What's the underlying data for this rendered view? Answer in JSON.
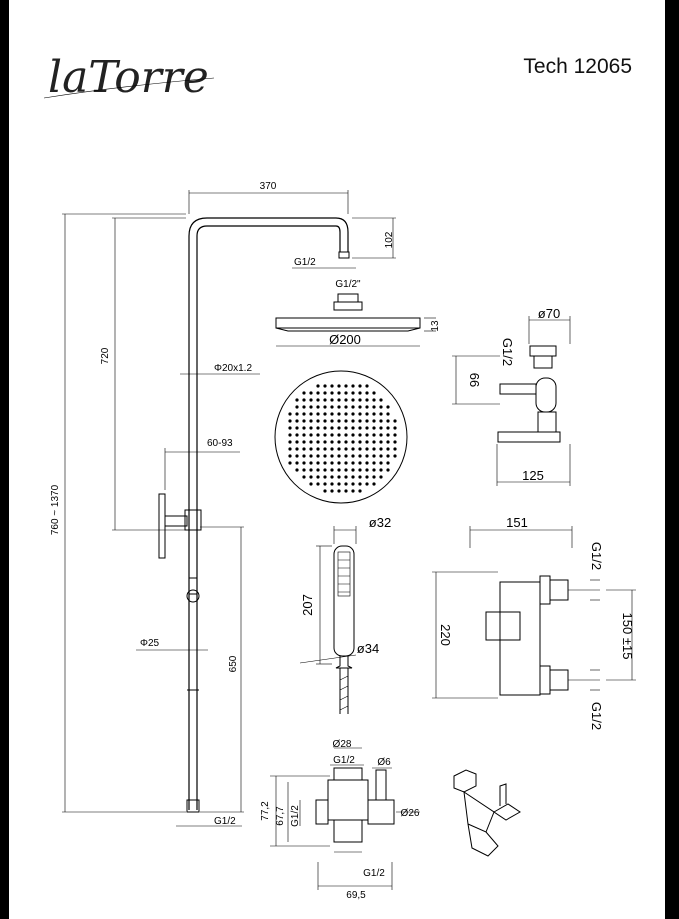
{
  "header": {
    "logo_text": "laTorre",
    "model": "Tech 12065"
  },
  "dims": {
    "arm_width": "370",
    "arm_drop": "102",
    "arm_outlet": "G1/2",
    "head_inlet": "G1/2\"",
    "head_thickness": "13",
    "head_diameter": "Ø200",
    "riser_upper": "720",
    "riser_pipe": "Φ20x1.2",
    "bracket_range": "60-93",
    "total_height": "760 ~ 1370",
    "lower_pipe": "Φ25",
    "lower_length": "650",
    "bottom_thread": "G1/2",
    "handshower_diameter": "ø32",
    "handshower_length": "207",
    "handshower_hose": "ø34",
    "elbow_diameter": "ø70",
    "elbow_thread": "G1/2",
    "elbow_height": "66",
    "elbow_depth": "125",
    "mixer_width": "151",
    "mixer_top_thread": "G1/2",
    "mixer_height": "220",
    "mixer_centers": "150 ±15",
    "mixer_bottom_thread": "G1/2",
    "diverter_top_dia": "Ø28",
    "diverter_top_thread": "G1/2",
    "diverter_pin": "Ø6",
    "diverter_h1": "77,2",
    "diverter_h2": "67,7",
    "diverter_h3": "G1/2",
    "diverter_side_dia": "Ø26",
    "diverter_bottom_thread": "G1/2",
    "diverter_width": "69,5"
  }
}
